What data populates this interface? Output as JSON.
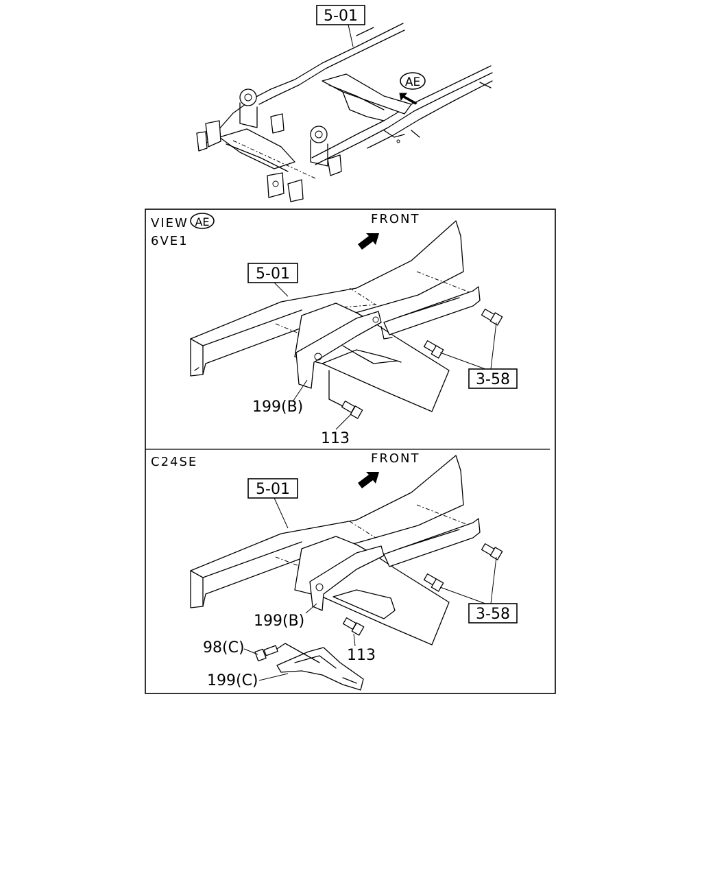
{
  "overview": {
    "ref_label": "5-01",
    "view_marker": "AE"
  },
  "panel_top": {
    "view_word": "VIEW",
    "view_marker": "AE",
    "engine": "6VE1",
    "front_label": "FRONT",
    "ref_frame": "5-01",
    "ref_bolts": "3-58",
    "part_bracket": "199(B)",
    "part_bolt": "113"
  },
  "panel_bottom": {
    "engine": "C24SE",
    "front_label": "FRONT",
    "ref_frame": "5-01",
    "ref_bolts": "3-58",
    "part_bracket": "199(B)",
    "part_bolt": "113",
    "part_bolt_c": "98(C)",
    "part_bracket_c": "199(C)"
  }
}
